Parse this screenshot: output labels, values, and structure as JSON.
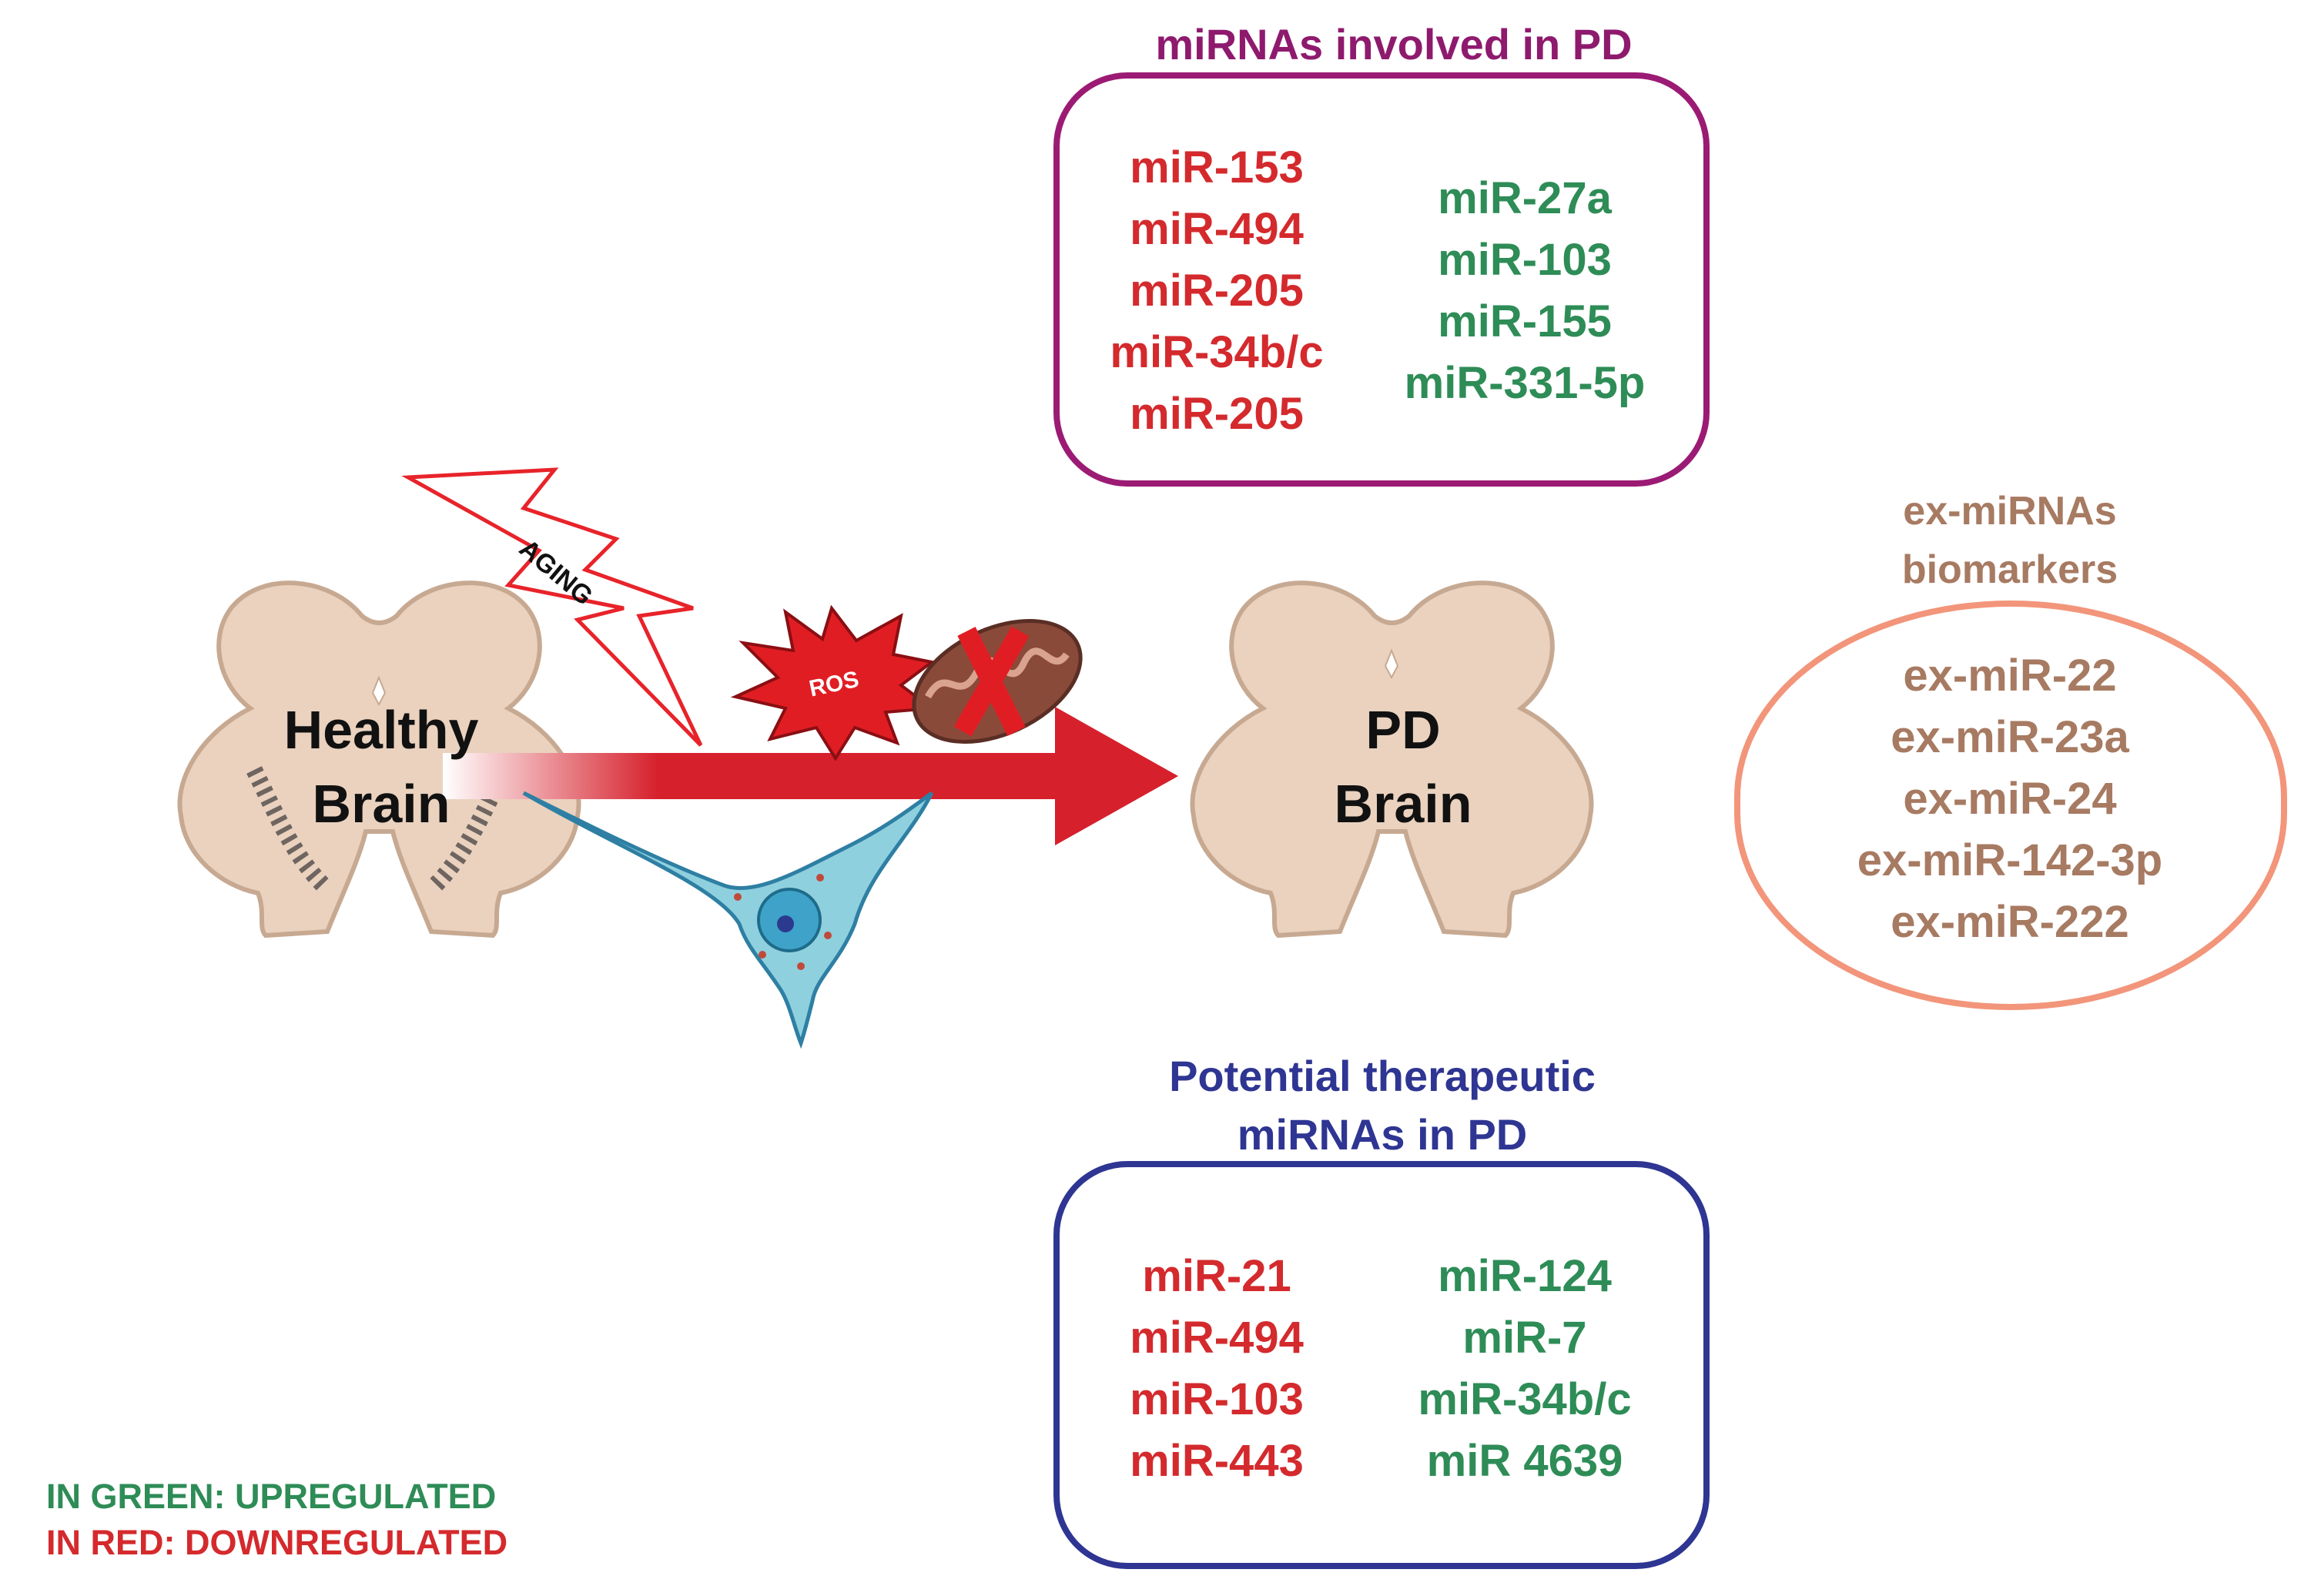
{
  "healthy_brain": {
    "line1": "Healthy",
    "line2": "Brain"
  },
  "pd_brain": {
    "line1": "PD",
    "line2": "Brain"
  },
  "aging_label": "AGING",
  "ros_label": "ROS",
  "involved": {
    "title": "miRNAs involved in PD",
    "red": [
      "miR-153",
      "miR-494",
      "miR-205",
      "miR-34b/c",
      "miR-205"
    ],
    "green": [
      "miR-27a",
      "miR-103",
      "miR-155",
      "miR-331-5p"
    ]
  },
  "biomarkers": {
    "title_line1": "ex-miRNAs",
    "title_line2": "biomarkers",
    "items": [
      "ex-miR-22",
      "ex-miR-23a",
      "ex-miR-24",
      "ex-miR-142-3p",
      "ex-miR-222"
    ]
  },
  "therapeutic": {
    "title_line1": "Potential therapeutic",
    "title_line2": "miRNAs in PD",
    "red": [
      "miR-21",
      "miR-494",
      "miR-103",
      "miR-443"
    ],
    "green": [
      "miR-124",
      "miR-7",
      "miR-34b/c",
      "miR 4639"
    ]
  },
  "legend": {
    "green": "IN GREEN: UPREGULATED",
    "red": "IN RED: DOWNREGULATED"
  },
  "colors": {
    "red": "#d42a2d",
    "green": "#2e8c57",
    "purple": "#9b1b74",
    "blue": "#2e3592",
    "tan": "#a77a62",
    "salmon": "#f2957a"
  }
}
